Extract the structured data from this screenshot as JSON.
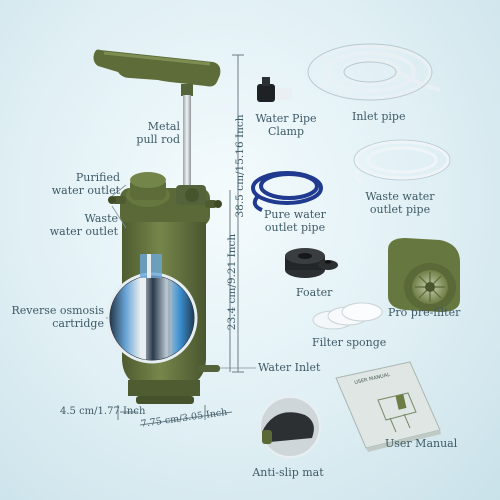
{
  "labels": {
    "metal_pull_rod": "Metal\npull rod",
    "purified_outlet": "Purified\nwater outlet",
    "waste_outlet": "Waste\nwater outlet",
    "ro_cartridge": "Reverse osmosis\ncartridge",
    "water_inlet": "Water Inlet",
    "anti_slip_mat": "Anti-slip mat",
    "pipe_clamp": "Water Pipe\nClamp",
    "inlet_pipe": "Inlet pipe",
    "pure_outlet_pipe": "Pure water\noutlet pipe",
    "waste_outlet_pipe": "Waste water\noutlet pipe",
    "foater": "Foater",
    "pro_prefilter": "Pro pre-filter",
    "filter_sponge": "Filter sponge",
    "user_manual": "User Manual",
    "manual_cover": "USER MANUAL"
  },
  "dimensions": {
    "total_height": "38.5 cm/15.16 Inch",
    "body_height": "23.4 cm/9.21 Inch",
    "width": "4.5 cm/1.77 Inch",
    "depth": "7.75 cm/3.05 Inch"
  },
  "colors": {
    "body_green": "#5f6e3b",
    "dark_green": "#4a5630",
    "light_green": "#7a8a4e",
    "label_text": "#3e5a66",
    "blue_pipe": "#1f3a8f"
  }
}
